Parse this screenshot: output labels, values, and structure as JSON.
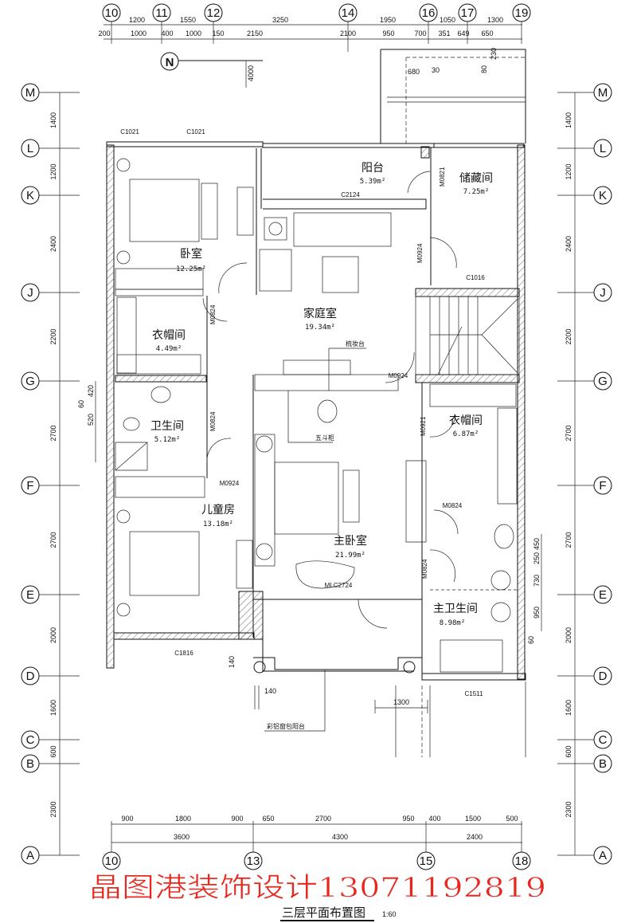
{
  "axes": {
    "columns_top": [
      "10",
      "11",
      "12",
      "14",
      "16",
      "17",
      "19"
    ],
    "columns_bottom": [
      "10",
      "13",
      "15",
      "18"
    ],
    "rows": [
      "M",
      "L",
      "K",
      "J",
      "G",
      "F",
      "E",
      "D",
      "C",
      "B",
      "A"
    ]
  },
  "dimensions": {
    "top_row1": [
      "1200",
      "1550",
      "3250",
      "1950",
      "1050",
      "1300"
    ],
    "top_row2": [
      "200",
      "1000",
      "400",
      "1000",
      "150",
      "2150",
      "2100",
      "950",
      "700",
      "351",
      "649",
      "650"
    ],
    "bottom_row1": [
      "900",
      "1800",
      "900",
      "650",
      "2700",
      "950",
      "400",
      "1500",
      "500"
    ],
    "bottom_row2": [
      "3600",
      "4300",
      "2400"
    ],
    "left": [
      "1400",
      "1200",
      "2400",
      "2200",
      "2700",
      "2700",
      "2000",
      "1600",
      "600",
      "2300"
    ],
    "right": [
      "1400",
      "1200",
      "2400",
      "2200",
      "2700",
      "2700",
      "2000",
      "1600",
      "600",
      "2300"
    ],
    "left_detail": [
      "420",
      "60",
      "520"
    ],
    "right_detail": [
      "450",
      "250",
      "730",
      "950",
      "60"
    ],
    "misc": {
      "north_offset": "4000",
      "d680": "680",
      "d30": "30",
      "d230": "230",
      "d80": "80",
      "d140a": "140",
      "d140b": "140",
      "d1300": "1300"
    }
  },
  "north_label": "N",
  "rooms": {
    "bedroom": {
      "name": "卧室",
      "area": "12.25m²"
    },
    "closet_left": {
      "name": "衣帽间",
      "area": "4.49m²"
    },
    "bathroom": {
      "name": "卫生间",
      "area": "5.12m²"
    },
    "kids_room": {
      "name": "儿童房",
      "area": "13.18m²"
    },
    "balcony": {
      "name": "阳台",
      "area": "5.39m²"
    },
    "storage": {
      "name": "储藏间",
      "area": "7.25m²"
    },
    "family_room": {
      "name": "家庭室",
      "area": "19.34m²"
    },
    "closet_master": {
      "name": "衣帽间",
      "area": "6.87m²"
    },
    "master_bedroom": {
      "name": "主卧室",
      "area": "21.99m²"
    },
    "master_bath": {
      "name": "主卫生间",
      "area": "8.98m²"
    }
  },
  "tags": {
    "win_c1021_a": "C1021",
    "win_c1021_b": "C1021",
    "win_c2124": "C2124",
    "door_m0821": "M0821",
    "door_m0924_family": "M0924",
    "win_c1016": "C1016",
    "door_m0824_closet": "M0824",
    "door_m0824_bath": "M0824",
    "door_m0924_kids": "M0924",
    "door_m0924_master": "M0924",
    "door_m0921": "M0921",
    "door_m0824_mb1": "M0824",
    "door_m0824_mb2": "M0824",
    "door_mlc2724": "MLC2724",
    "win_c1816": "C1816",
    "win_c1511": "C1511"
  },
  "furniture_labels": {
    "dresser": "梳妆台",
    "chest": "五斗柜",
    "bay_balcony": "彩铝窗包阳台"
  },
  "title": {
    "text": "三层平面布置图",
    "scale": "1:60"
  },
  "watermark": "晶图港装饰设计13071192819"
}
